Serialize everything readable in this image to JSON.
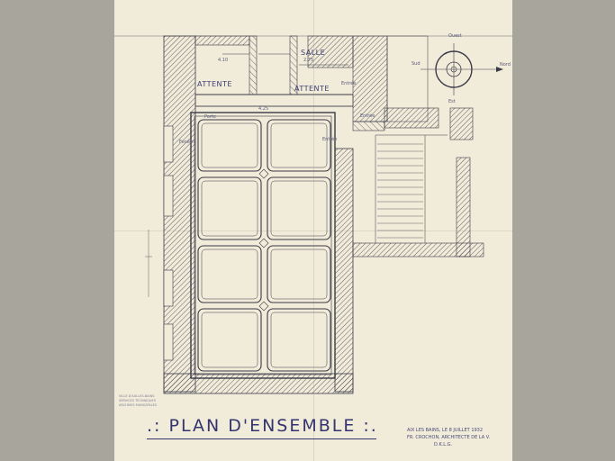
{
  "labels": {
    "salle": "SALLE",
    "attente_left": "ATTENTE",
    "attente_right": "ATTENTE",
    "entree_right": "Entrée",
    "entree_mid": "Entrée",
    "entree_top": "Entrée",
    "fenetre": "Fenêtre",
    "porte": "Porte",
    "ouest": "Ouest",
    "nord": "Nord",
    "sud": "Sud",
    "est": "Est"
  },
  "dimensions": {
    "d1": "4.10",
    "d2": "2.75",
    "d3": "4.25"
  },
  "title": ".: PLAN D'ENSEMBLE :.",
  "notes": {
    "line1": "AIX LES BAINS, LE 8 JUILLET 1932",
    "line2": "FR. CROCHON, ARCHITECTE DE LA V.",
    "line3": "D.K.L.G."
  },
  "stamp": {
    "line1": "VILLE D'AIX-LES-BAINS",
    "line2": "SERVICES TECHNIQUES",
    "line3": "ARCHIVES MUNICIPALES"
  },
  "colors": {
    "paper": "#f1ebd9",
    "ink": "#3a3a48",
    "label_ink": "#3d3d70",
    "background": "#a8a69c"
  }
}
